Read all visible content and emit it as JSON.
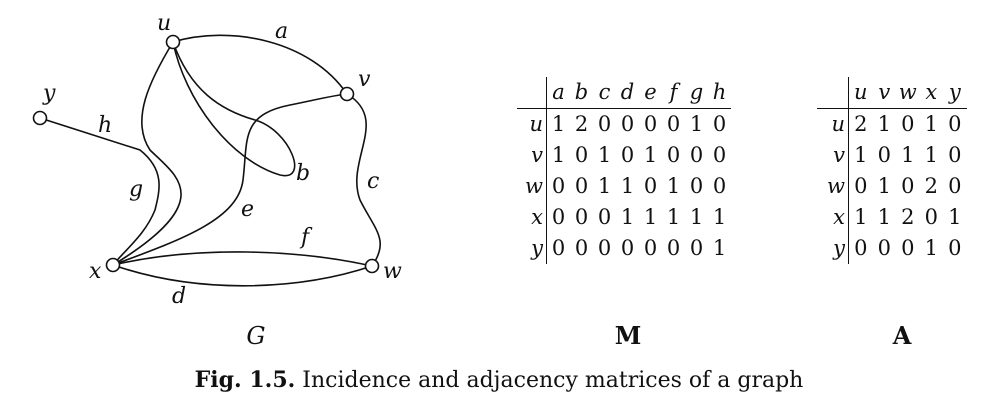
{
  "graph": {
    "name": "G",
    "vertices": {
      "u": "u",
      "v": "v",
      "w": "w",
      "x": "x",
      "y": "y"
    },
    "edges": {
      "a": "a",
      "b": "b",
      "c": "c",
      "d": "d",
      "e": "e",
      "f": "f",
      "g": "g",
      "h": "h"
    }
  },
  "incidence_matrix": {
    "name": "M",
    "columns": [
      "a",
      "b",
      "c",
      "d",
      "e",
      "f",
      "g",
      "h"
    ],
    "rows": [
      {
        "label": "u",
        "values": [
          "1",
          "2",
          "0",
          "0",
          "0",
          "0",
          "1",
          "0"
        ]
      },
      {
        "label": "v",
        "values": [
          "1",
          "0",
          "1",
          "0",
          "1",
          "0",
          "0",
          "0"
        ]
      },
      {
        "label": "w",
        "values": [
          "0",
          "0",
          "1",
          "1",
          "0",
          "1",
          "0",
          "0"
        ]
      },
      {
        "label": "x",
        "values": [
          "0",
          "0",
          "0",
          "1",
          "1",
          "1",
          "1",
          "1"
        ]
      },
      {
        "label": "y",
        "values": [
          "0",
          "0",
          "0",
          "0",
          "0",
          "0",
          "0",
          "1"
        ]
      }
    ]
  },
  "adjacency_matrix": {
    "name": "A",
    "columns": [
      "u",
      "v",
      "w",
      "x",
      "y"
    ],
    "rows": [
      {
        "label": "u",
        "values": [
          "2",
          "1",
          "0",
          "1",
          "0"
        ]
      },
      {
        "label": "v",
        "values": [
          "1",
          "0",
          "1",
          "1",
          "0"
        ]
      },
      {
        "label": "w",
        "values": [
          "0",
          "1",
          "0",
          "2",
          "0"
        ]
      },
      {
        "label": "x",
        "values": [
          "1",
          "1",
          "2",
          "0",
          "1"
        ]
      },
      {
        "label": "y",
        "values": [
          "0",
          "0",
          "0",
          "1",
          "0"
        ]
      }
    ]
  },
  "caption": {
    "number": "Fig. 1.5.",
    "text": "Incidence and adjacency matrices of a graph"
  }
}
